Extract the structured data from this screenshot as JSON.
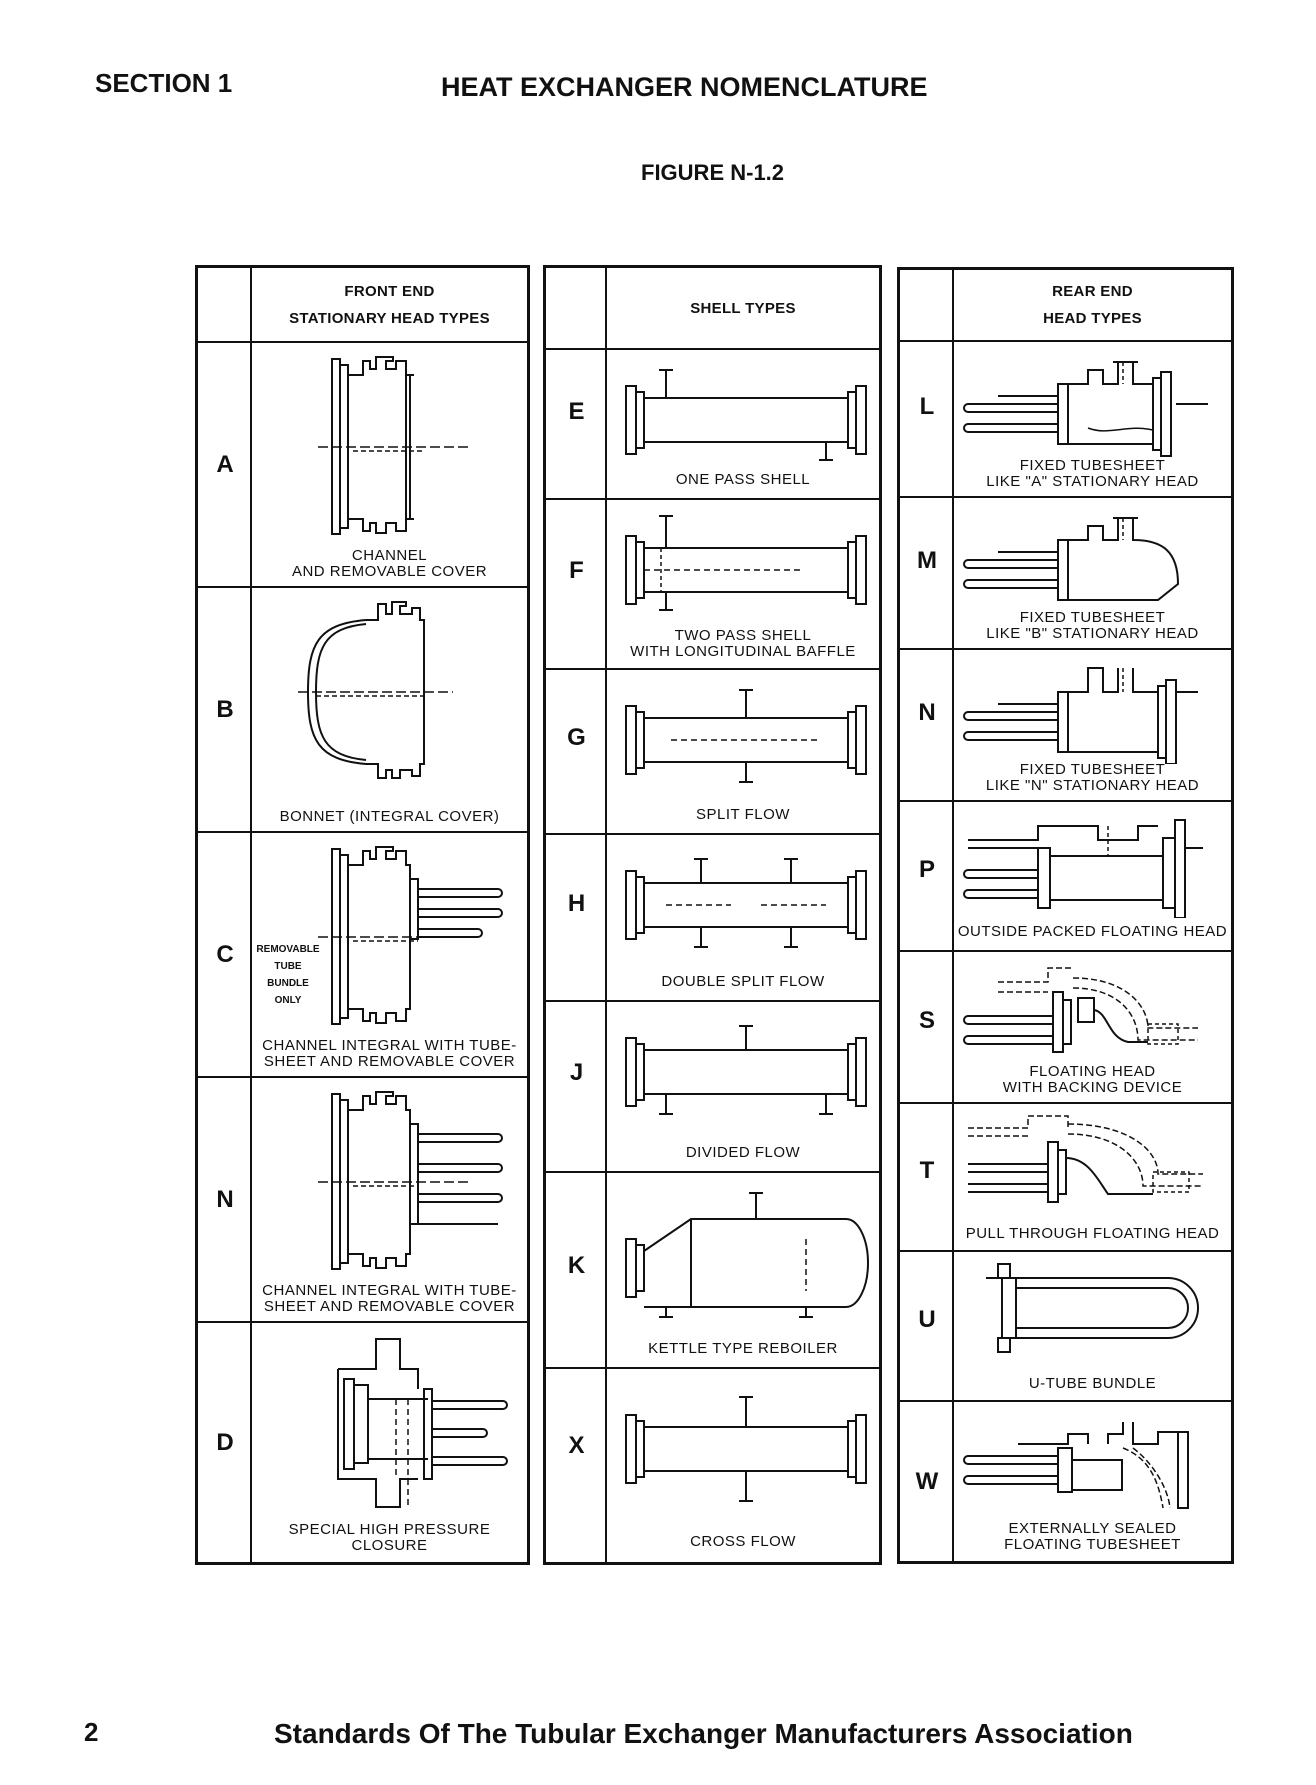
{
  "header": {
    "section": "SECTION 1",
    "title": "HEAT EXCHANGER NOMENCLATURE",
    "figure": "FIGURE N-1.2"
  },
  "front_end": {
    "title_line1": "FRONT END",
    "title_line2": "STATIONARY HEAD TYPES",
    "items": [
      {
        "letter": "A",
        "caption_line1": "CHANNEL",
        "caption_line2": "AND REMOVABLE COVER"
      },
      {
        "letter": "B",
        "caption_line1": "BONNET (INTEGRAL COVER)",
        "caption_line2": ""
      },
      {
        "letter": "C",
        "caption_line1": "CHANNEL INTEGRAL WITH TUBE-",
        "caption_line2": "SHEET AND REMOVABLE COVER",
        "note": [
          "REMOVABLE",
          "TUBE",
          "BUNDLE",
          "ONLY"
        ]
      },
      {
        "letter": "N",
        "caption_line1": "CHANNEL INTEGRAL WITH TUBE-",
        "caption_line2": "SHEET AND REMOVABLE COVER"
      },
      {
        "letter": "D",
        "caption_line1": "SPECIAL HIGH PRESSURE CLOSURE",
        "caption_line2": ""
      }
    ]
  },
  "shell": {
    "title_line1": "SHELL TYPES",
    "items": [
      {
        "letter": "E",
        "caption_line1": "ONE PASS SHELL",
        "caption_line2": ""
      },
      {
        "letter": "F",
        "caption_line1": "TWO PASS SHELL",
        "caption_line2": "WITH LONGITUDINAL BAFFLE"
      },
      {
        "letter": "G",
        "caption_line1": "SPLIT FLOW",
        "caption_line2": ""
      },
      {
        "letter": "H",
        "caption_line1": "DOUBLE SPLIT FLOW",
        "caption_line2": ""
      },
      {
        "letter": "J",
        "caption_line1": "DIVIDED FLOW",
        "caption_line2": ""
      },
      {
        "letter": "K",
        "caption_line1": "KETTLE TYPE REBOILER",
        "caption_line2": ""
      },
      {
        "letter": "X",
        "caption_line1": "CROSS FLOW",
        "caption_line2": ""
      }
    ]
  },
  "rear_end": {
    "title_line1": "REAR END",
    "title_line2": "HEAD TYPES",
    "items": [
      {
        "letter": "L",
        "caption_line1": "FIXED TUBESHEET",
        "caption_line2": "LIKE \"A\" STATIONARY HEAD"
      },
      {
        "letter": "M",
        "caption_line1": "FIXED TUBESHEET",
        "caption_line2": "LIKE \"B\" STATIONARY HEAD"
      },
      {
        "letter": "N",
        "caption_line1": "FIXED TUBESHEET",
        "caption_line2": "LIKE \"N\" STATIONARY HEAD"
      },
      {
        "letter": "P",
        "caption_line1": "OUTSIDE PACKED FLOATING HEAD",
        "caption_line2": ""
      },
      {
        "letter": "S",
        "caption_line1": "FLOATING HEAD",
        "caption_line2": "WITH BACKING DEVICE"
      },
      {
        "letter": "T",
        "caption_line1": "PULL THROUGH FLOATING HEAD",
        "caption_line2": ""
      },
      {
        "letter": "U",
        "caption_line1": "U-TUBE BUNDLE",
        "caption_line2": ""
      },
      {
        "letter": "W",
        "caption_line1": "EXTERNALLY SEALED",
        "caption_line2": "FLOATING TUBESHEET"
      }
    ]
  },
  "footer": {
    "page_number": "2",
    "text": "Standards Of The Tubular Exchanger Manufacturers Association"
  }
}
